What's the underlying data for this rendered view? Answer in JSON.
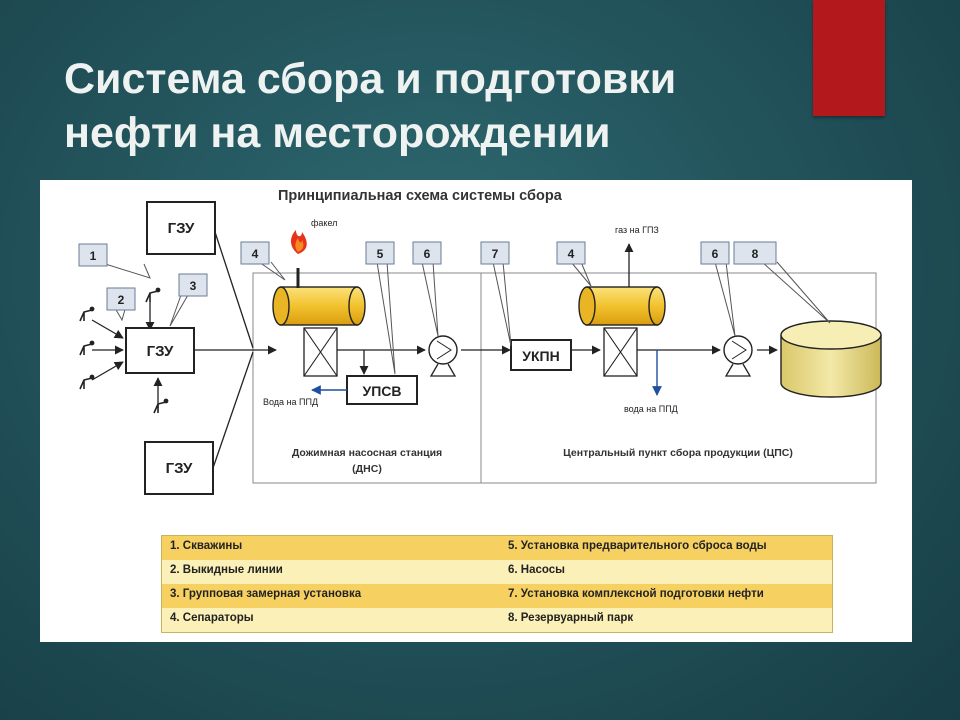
{
  "slide": {
    "title_line1": "Система сбора и подготовки",
    "title_line2": "нефти на месторождении"
  },
  "diagram": {
    "heading": "Принципиальная схема системы сбора",
    "boxes": {
      "gzu_top": "ГЗУ",
      "gzu_main": "ГЗУ",
      "gzu_bottom": "ГЗУ",
      "upsv": "УПСВ",
      "ukpn": "УКПН"
    },
    "labels": {
      "torch": "факел",
      "gas_to_gpz": "газ на ГПЗ",
      "water_ppd_dns": "Вода на ППД",
      "water_ppd_cps": "вода на ППД",
      "dns_line1": "Дожимная насосная станция",
      "dns_line2": "(ДНС)",
      "cps": "Центральный пункт сбора продукции (ЦПС)"
    },
    "callouts": [
      "1",
      "2",
      "3",
      "4",
      "5",
      "6",
      "7",
      "4",
      "6",
      "8"
    ],
    "colors": {
      "vessel": "#f2c22e",
      "tank": "#ecdf8c",
      "callout_fill": "#dde4ee",
      "flame": "#e8331c"
    }
  },
  "legend": {
    "rows": [
      {
        "left": "1. Скважины",
        "right": "5. Установка предварительного сброса воды"
      },
      {
        "left": "2. Выкидные линии",
        "right": "6. Насосы"
      },
      {
        "left": "3. Групповая замерная установка",
        "right": "7. Установка комплексной подготовки нефти"
      },
      {
        "left": "4. Сепараторы",
        "right": "8. Резервуарный парк"
      }
    ]
  }
}
